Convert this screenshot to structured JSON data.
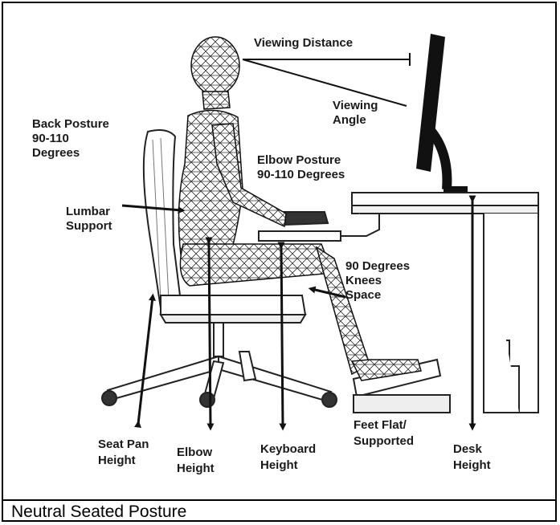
{
  "labels": {
    "viewing_distance": "Viewing Distance",
    "viewing_angle": [
      "Viewing",
      "Angle"
    ],
    "back_posture": [
      "Back Posture",
      "90-110",
      "Degrees"
    ],
    "elbow_posture": [
      "Elbow Posture",
      "90-110 Degrees"
    ],
    "lumbar_support": [
      "Lumbar",
      "Support"
    ],
    "knees": [
      "90 Degrees",
      "Knees",
      "Space"
    ],
    "seat_pan_height": [
      "Seat Pan",
      "Height"
    ],
    "elbow_height": [
      "Elbow",
      "Height"
    ],
    "keyboard_height": [
      "Keyboard",
      "Height"
    ],
    "feet_flat": [
      "Feet Flat/",
      "Supported"
    ],
    "desk_height": [
      "Desk",
      "Height"
    ]
  },
  "caption": "Neutral Seated Posture"
}
